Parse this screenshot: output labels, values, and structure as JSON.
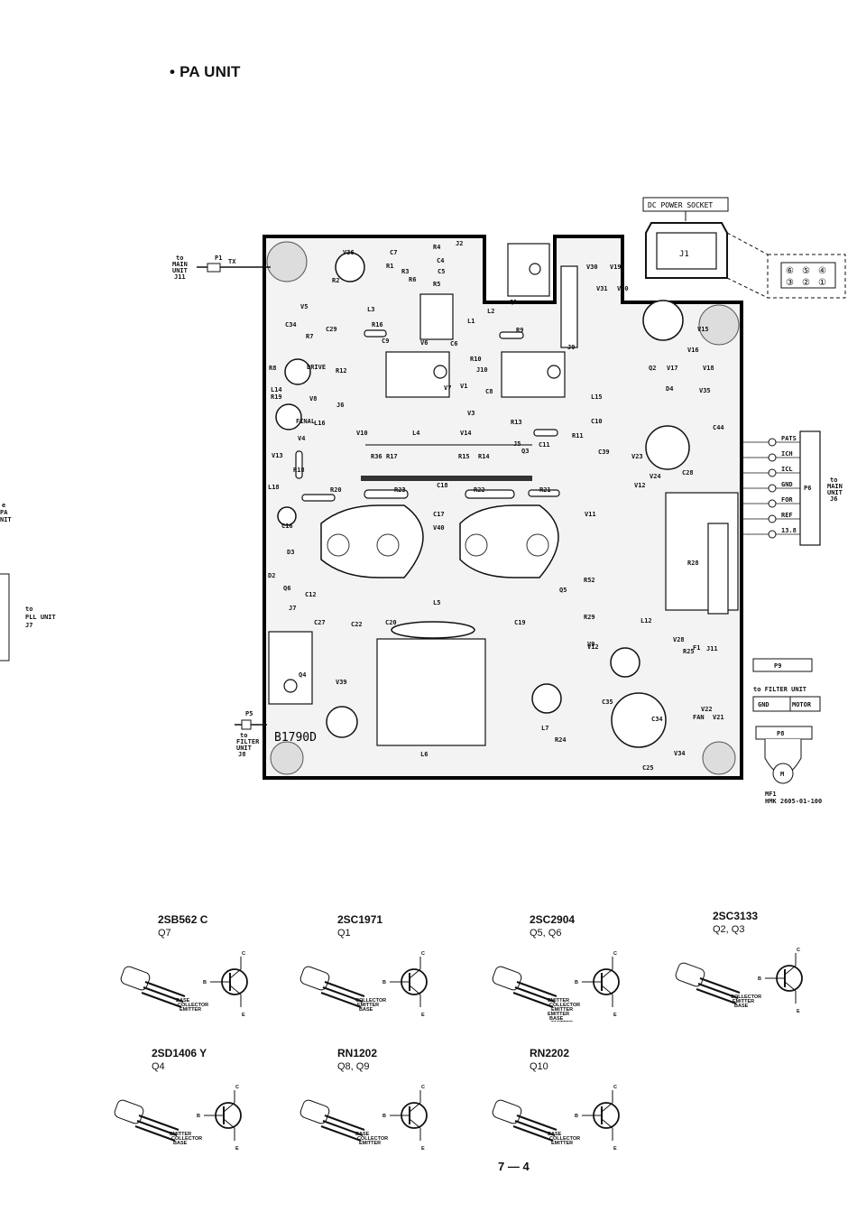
{
  "page": {
    "title": "• PA UNIT",
    "page_number": "7 — 4"
  },
  "board": {
    "id": "B1790D",
    "dc_socket": "DC POWER SOCKET",
    "socket_ref": "J1",
    "pin_grid": [
      "⑥",
      "⑤",
      "④",
      "③",
      "②",
      "①"
    ],
    "to_main_left": [
      "to",
      "MAIN",
      "UNIT",
      "J11"
    ],
    "p1_label": "P1",
    "tx_label": "TX",
    "to_main_right": [
      "to",
      "MAIN",
      "UNIT",
      "J6"
    ],
    "p6_label": "P6",
    "p9_label": "P9",
    "p8_label": "P8",
    "p5_label": "P5",
    "to_filter_left": [
      "to",
      "FILTER",
      "UNIT",
      "J8"
    ],
    "to_filter_right": "to FILTER UNIT",
    "gnd": "GND",
    "motor": "MOTOR",
    "mf1": "MF1",
    "motor_part": "HMK 2605-01-100",
    "to_pll": [
      "to",
      "PLL UNIT",
      "J7"
    ],
    "edge_left": [
      "e",
      "PA",
      "NIT"
    ],
    "signals": [
      "PATS",
      "ICH",
      "ICL",
      "GND",
      "FOR",
      "REF",
      "13.8"
    ],
    "drive": "DRIVE",
    "final": "FINAL",
    "fan": "FAN",
    "components": [
      "V36",
      "R4",
      "J2",
      "C7",
      "R1",
      "R3",
      "C5",
      "R5",
      "R2",
      "C4",
      "R6",
      "Q1",
      "V30",
      "V19",
      "V31",
      "V20",
      "V5",
      "L3",
      "C34",
      "R7",
      "C29",
      "R16",
      "L1",
      "L2",
      "R9",
      "R8",
      "C9",
      "V6",
      "C6",
      "J9",
      "R12",
      "R10",
      "J10",
      "V7",
      "C8",
      "J5",
      "Q2",
      "V17",
      "V18",
      "V16",
      "V15",
      "L14",
      "R19",
      "V8",
      "J6",
      "V1",
      "V3",
      "L15",
      "D4",
      "V35",
      "Q3",
      "C44",
      "L16",
      "V10",
      "L4",
      "V14",
      "R13",
      "C11",
      "C10",
      "R11",
      "C39",
      "V4",
      "V13",
      "R18",
      "R36",
      "R17",
      "R15",
      "R14",
      "V23",
      "V24",
      "C28",
      "V12",
      "L18",
      "R20",
      "R23",
      "C18",
      "R22",
      "R21",
      "C16",
      "C17",
      "V40",
      "V11",
      "D3",
      "R28",
      "R52",
      "D2",
      "C12",
      "Q6",
      "Q5",
      "L5",
      "R29",
      "C22",
      "C20",
      "C19",
      "V12",
      "V9",
      "R25",
      "F1",
      "L12",
      "V28",
      "J11",
      "Q4",
      "V39",
      "L7",
      "C35",
      "R24",
      "C34",
      "V22",
      "V21",
      "C25",
      "V34",
      "L6",
      "J7",
      "C27"
    ]
  },
  "transistors": [
    {
      "part": "2SB562  C",
      "ref": "Q7",
      "pins": [
        "BASE",
        "COLLECTOR",
        "EMITTER"
      ]
    },
    {
      "part": "2SC1971",
      "ref": "Q1",
      "pins": [
        "COLLECTOR",
        "EMITTER",
        "BASE"
      ]
    },
    {
      "part": "2SC2904",
      "ref": "Q5, Q6",
      "pins": [
        "EMITTER",
        "COLLECTOR",
        "EMITTER",
        "EMITTER",
        "BASE",
        "EMITTER"
      ]
    },
    {
      "part": "2SC3133",
      "ref": "Q2, Q3",
      "pins": [
        "COLLECTOR",
        "EMITTER",
        "BASE"
      ]
    },
    {
      "part": "2SD1406  Y",
      "ref": "Q4",
      "pins": [
        "EMITTER",
        "COLLECTOR",
        "BASE"
      ]
    },
    {
      "part": "RN1202",
      "ref": "Q8, Q9",
      "pins": [
        "BASE",
        "COLLECTOR",
        "EMITTER"
      ]
    },
    {
      "part": "RN2202",
      "ref": "Q10",
      "pins": [
        "BASE",
        "COLLECTOR",
        "EMITTER"
      ]
    }
  ],
  "symbol_letters": {
    "b": "B",
    "c": "C",
    "e": "E"
  }
}
